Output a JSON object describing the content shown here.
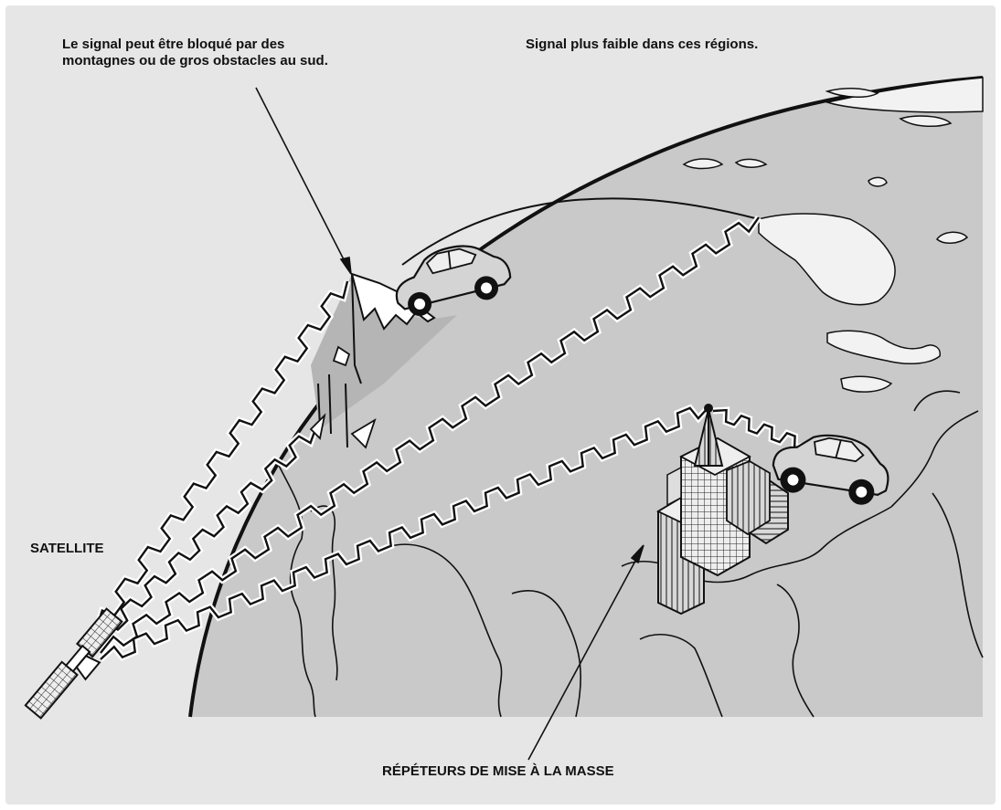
{
  "labels": {
    "blocked_line1": "Le signal peut être bloqué par des",
    "blocked_line2": "montagnes ou de gros obstacles au sud.",
    "weak_signal": "Signal plus faible dans ces régions.",
    "satellite": "SATELLITE",
    "repeaters": "RÉPÉTEURS DE MISE À LA MASSE"
  },
  "colors": {
    "panel_background": "#e6e6e6",
    "globe_fill": "#c9c9c9",
    "shadow_fill": "#b8b8b8",
    "land_fill": "#dcdcdc",
    "line_color": "#111111",
    "white": "#ffffff"
  },
  "icons": [
    "satellite-icon",
    "car-icon",
    "repeater-tower-icon",
    "building-icon",
    "mountain-icon"
  ]
}
